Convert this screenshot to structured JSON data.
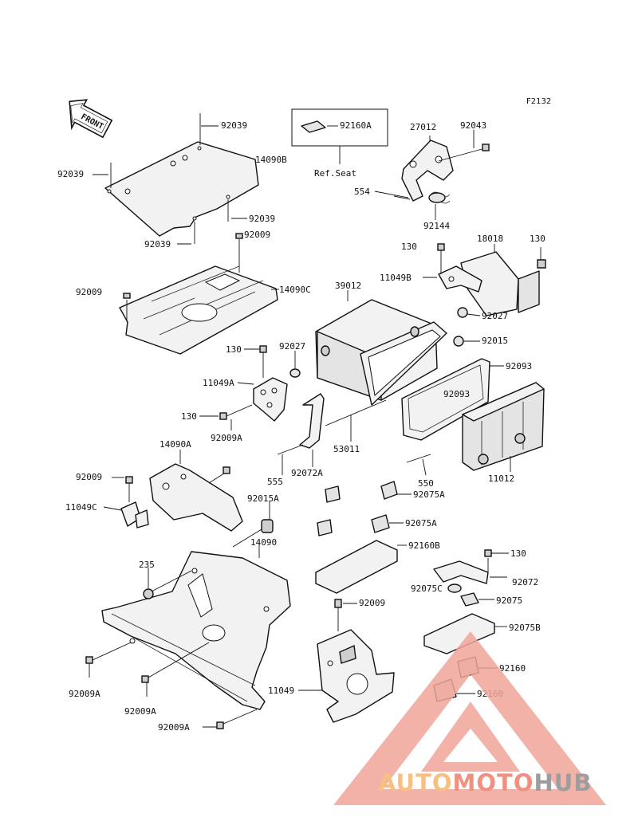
{
  "figure_code": "F2132",
  "front_arrow_text": "FRONT",
  "ref_box_label": "Ref.Seat",
  "watermark": {
    "brand_part1": "AUTO",
    "brand_part2": "MOTO",
    "brand_part3": "HUB",
    "color_auto": "#f7b56e",
    "color_moto": "#ef7d6b",
    "color_hub": "#8c8c8c",
    "triangle_color": "#f0a59a"
  },
  "labels": {
    "p92039_a": "92039",
    "p92039_b": "92039",
    "p92039_c": "92039",
    "p92039_d": "92039",
    "p14090B": "14090B",
    "p92160A": "92160A",
    "p27012": "27012",
    "p92043": "92043",
    "p554": "554",
    "p92144": "92144",
    "p92009_a": "92009",
    "p14090C": "14090C",
    "p92009_b": "92009",
    "p130_a": "130",
    "p18018": "18018",
    "p130_b": "130",
    "p11049B": "11049B",
    "p39012": "39012",
    "p92027_a": "92027",
    "p92015": "92015",
    "p130_c": "130",
    "p92027_b": "92027",
    "p92093_a": "92093",
    "p11049A": "11049A",
    "p92093_b": "92093",
    "p130_d": "130",
    "p92009A_a": "92009A",
    "p14090A": "14090A",
    "p53011": "53011",
    "p92072A": "92072A",
    "p11012": "11012",
    "p92009_c": "92009",
    "p555": "555",
    "p550": "550",
    "p11049C": "11049C",
    "p92015A": "92015A",
    "p92075A_a": "92075A",
    "p92075A_b": "92075A",
    "p14090": "14090",
    "p92160B": "92160B",
    "p130_e": "130",
    "p235": "235",
    "p92072": "92072",
    "p92075C": "92075C",
    "p92009_d": "92009",
    "p92075": "92075",
    "p92075B": "92075B",
    "p92160_a": "92160",
    "p92009A_b": "92009A",
    "p11049": "11049",
    "p92160_b": "92160",
    "p92009A_c": "92009A",
    "p92009A_d": "92009A"
  }
}
